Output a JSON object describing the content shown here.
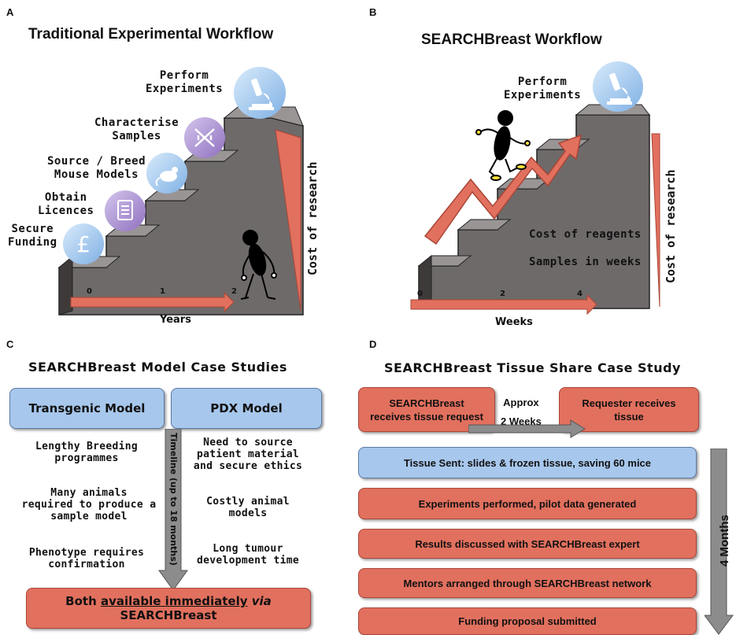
{
  "panel_a": {
    "letter": "A",
    "title": "Traditional Experimental Workflow",
    "steps": [
      {
        "label": "Secure\nFunding",
        "icon": "pound-icon"
      },
      {
        "label": "Obtain\nLicences",
        "icon": "document-icon"
      },
      {
        "label": "Source / Breed\nMouse Models",
        "icon": "mouse-icon"
      },
      {
        "label": "Characterise\nSamples",
        "icon": "dna-icon"
      },
      {
        "label": "Perform\nExperiments",
        "icon": "microscope-icon"
      }
    ],
    "ticks": [
      "0",
      "1",
      "2"
    ],
    "axis_label": "Years",
    "side_label": "Cost of research"
  },
  "panel_b": {
    "letter": "B",
    "title": "SEARCHBreast Workflow",
    "top_label": "Perform\nExperiments",
    "icon": "microscope-icon",
    "text1": "Cost of reagents",
    "text2": "Samples in weeks",
    "ticks": [
      "0",
      "2",
      "4"
    ],
    "axis_label": "Weeks",
    "side_label": "Cost of research"
  },
  "panel_c": {
    "letter": "C",
    "title": "SEARCHBreast Model Case Studies",
    "left_header": "Transgenic Model",
    "right_header": "PDX Model",
    "left_items": [
      "Lengthy Breeding\nprogrammes",
      "Many animals\nrequired to produce a\nsample model",
      "Phenotype requires\nconfirmation"
    ],
    "right_items": [
      "Need to source\npatient material\nand secure ethics",
      "Costly animal\nmodels",
      "Long tumour\ndevelopment time"
    ],
    "timeline_label": "Timeline (up to 18 months)",
    "bottom_pre": "Both ",
    "bottom_underline": "available immediately",
    "bottom_italic": "via",
    "bottom_line2": "SEARCHBreast"
  },
  "panel_d": {
    "letter": "D",
    "title": "SEARCHBreast Tissue Share Case Study",
    "left_box": "SEARCHBreast\nreceives tissue request",
    "approx": "Approx\n2 Weeks",
    "right_box": "Requester receives\ntissue",
    "blue_box": "Tissue Sent: slides & frozen tissue, saving 60 mice",
    "steps": [
      "Experiments performed, pilot data generated",
      "Results discussed with SEARCHBreast expert",
      "Mentors arranged through SEARCHBreast network",
      "Funding proposal submitted"
    ],
    "duration": "4 Months"
  },
  "colors": {
    "stairs": "#6f6a6a",
    "stairs_dark": "#3e3a3a",
    "red": "#e2705e",
    "blue": "#a7c7ec",
    "purple": "#a98fcf"
  }
}
